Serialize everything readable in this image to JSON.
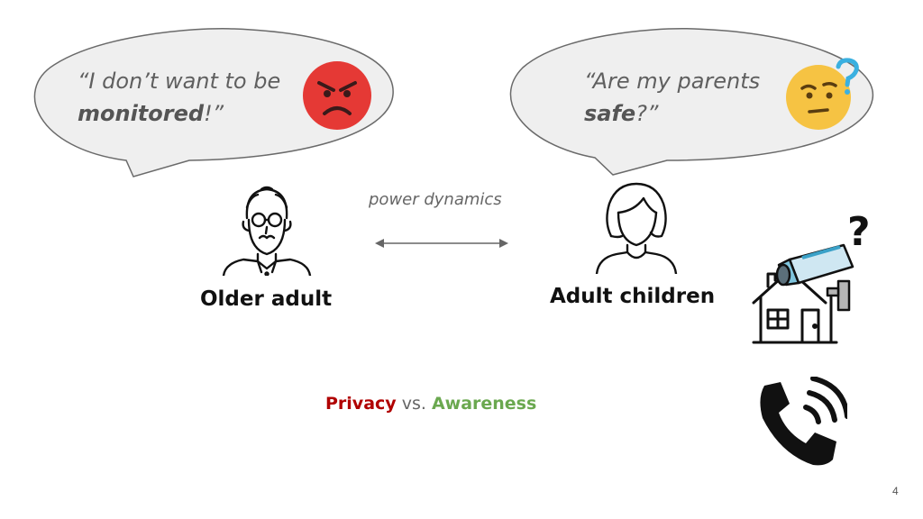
{
  "left_bubble": {
    "line1": "“I don’t want to be",
    "line2_bold": "monitored",
    "line2_end": "!”",
    "emoji_icon": "angry-face-icon"
  },
  "right_bubble": {
    "line1": "“Are my parents",
    "line2_bold": "safe",
    "line2_end": "?”",
    "emoji_icon": "thinking-face-icon"
  },
  "relation_label": "power dynamics",
  "left_person_label": "Older adult",
  "right_person_label": "Adult children",
  "tagline": {
    "privacy": "Privacy",
    "vs": " vs. ",
    "awareness": "Awareness"
  },
  "question_mark": "?",
  "page_number": "4",
  "colors": {
    "privacy": "#b00000",
    "awareness": "#6aa84f",
    "angry_face": "#e53935",
    "thinking_face": "#f6c343"
  }
}
